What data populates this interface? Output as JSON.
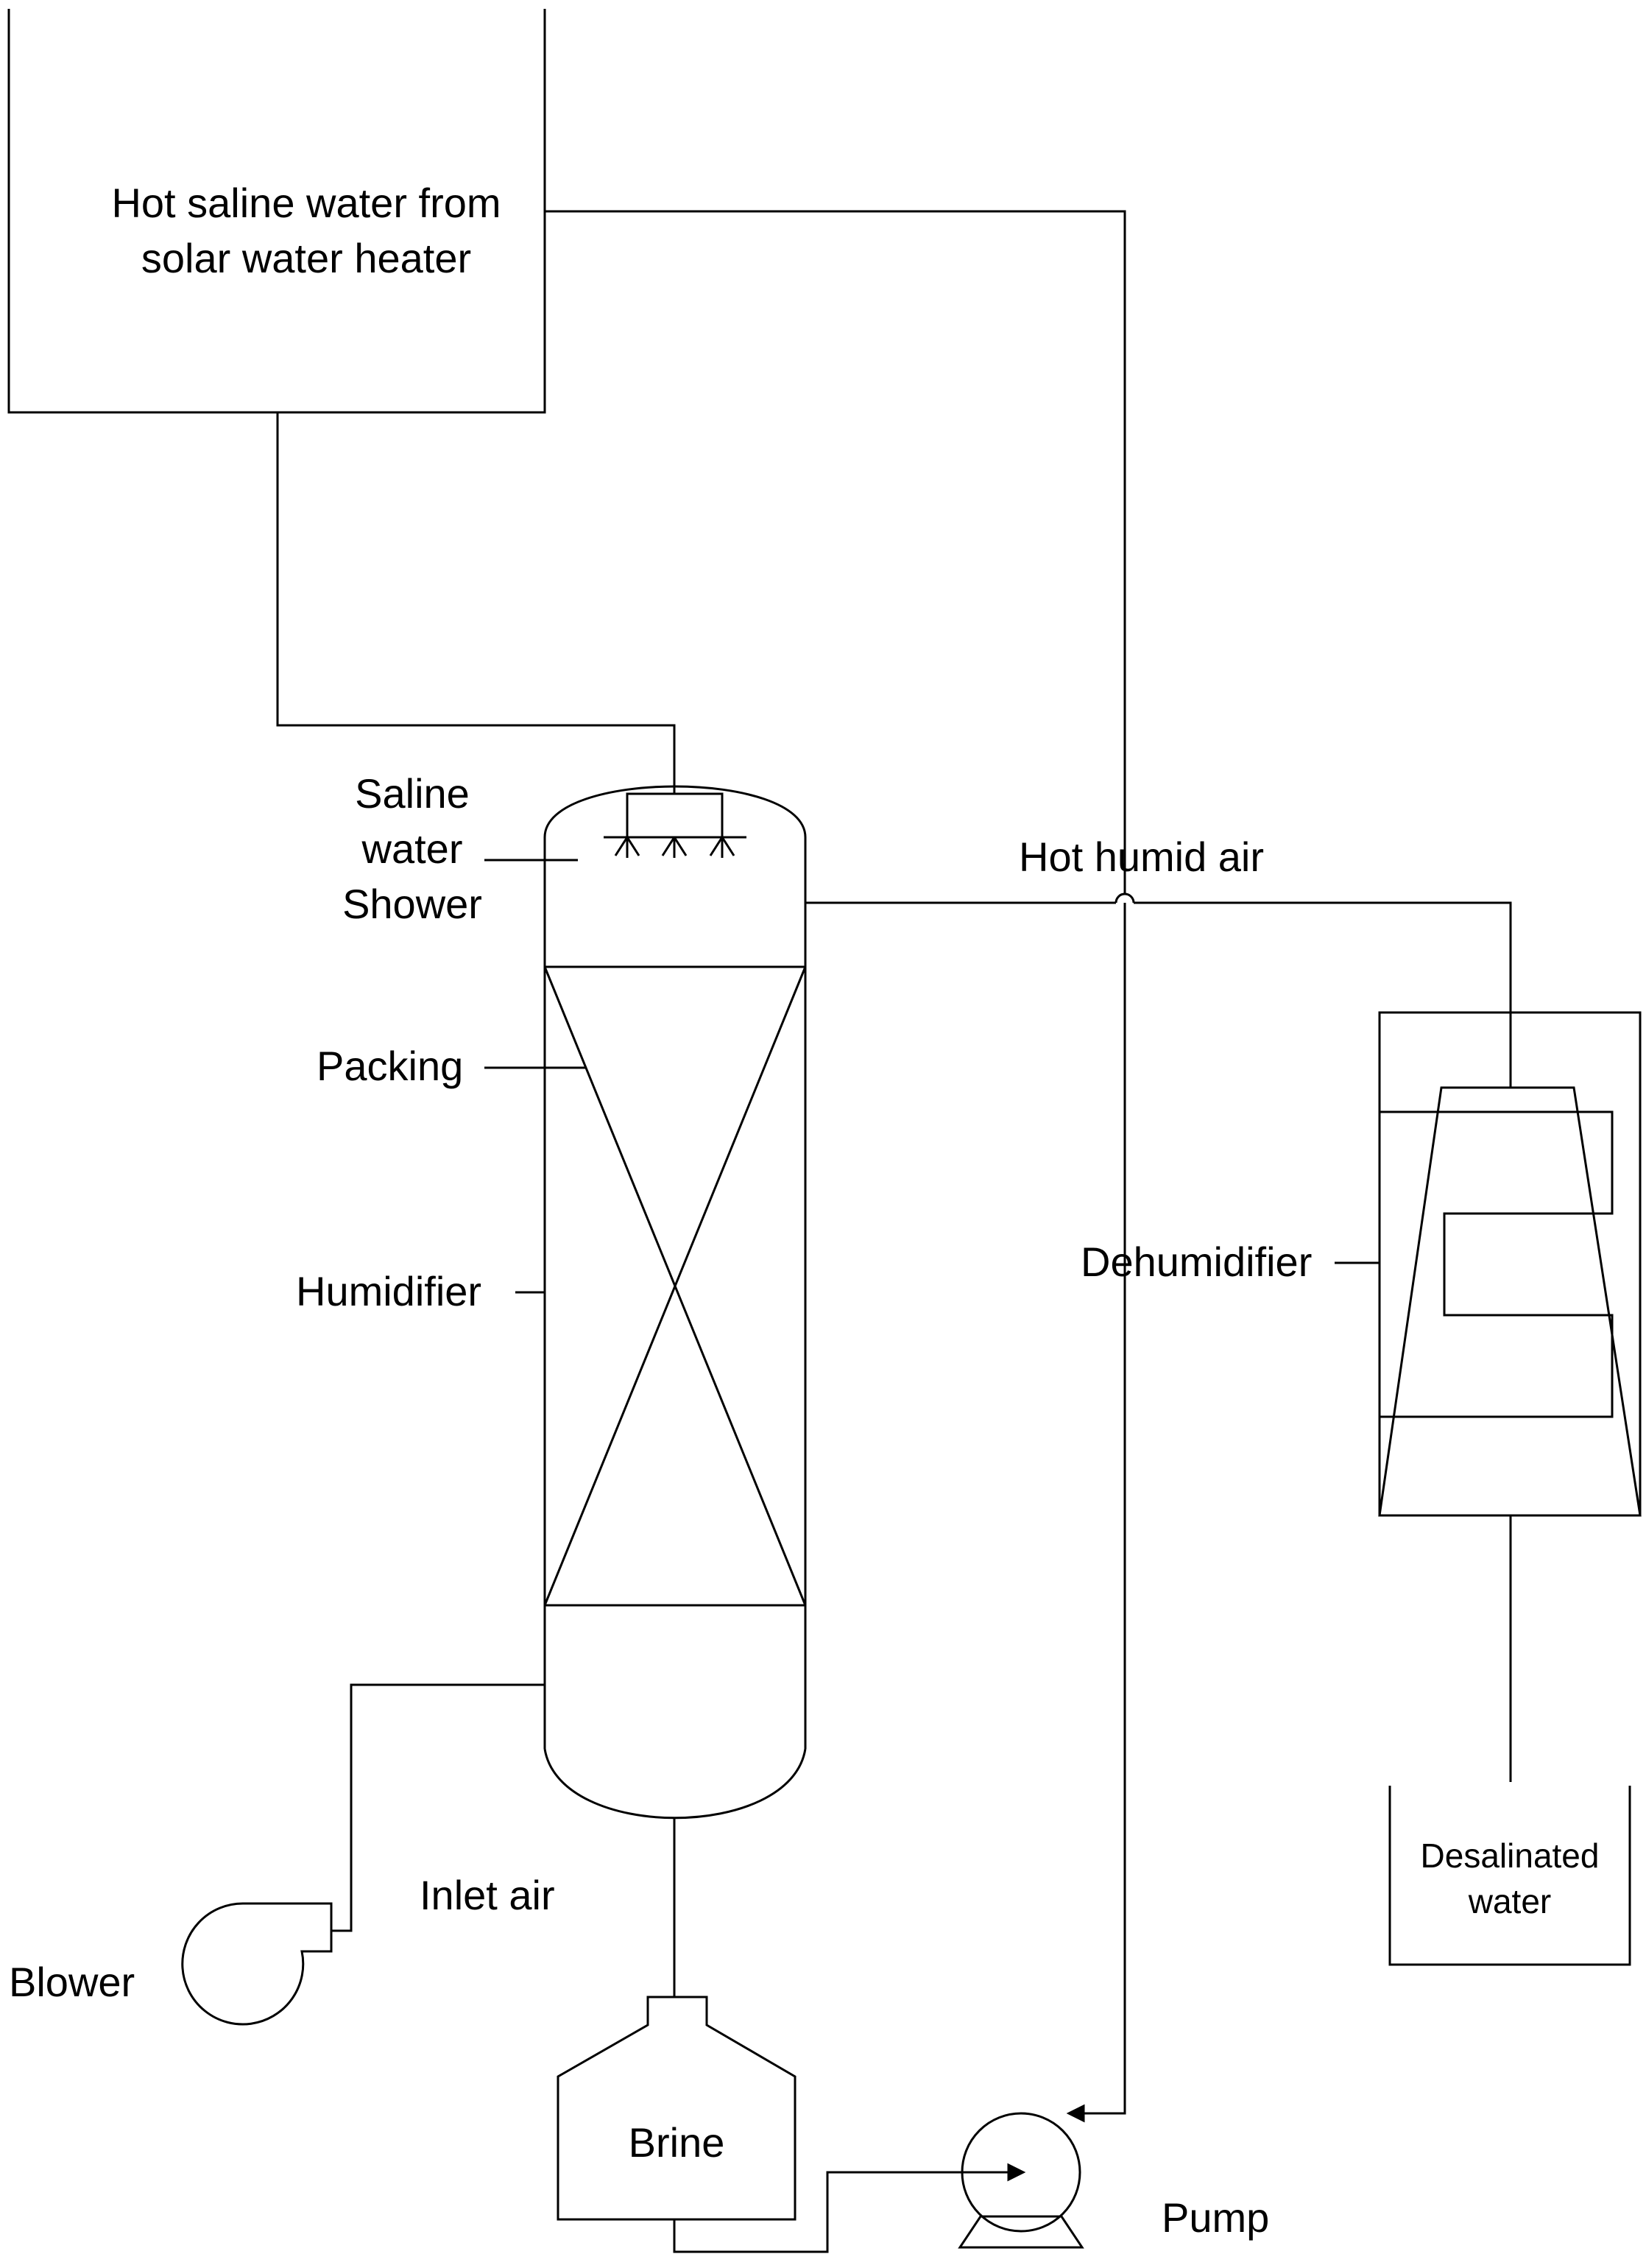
{
  "labels": {
    "heater_line1": "Hot saline water from",
    "heater_line2": "solar water heater",
    "shower_line1": "Saline",
    "shower_line2": "water",
    "shower_line3": "Shower",
    "packing": "Packing",
    "humidifier": "Humidifier",
    "hot_humid_air": "Hot humid air",
    "dehumidifier": "Dehumidifier",
    "desalinated_line1": "Desalinated",
    "desalinated_line2": "water",
    "inlet_air": "Inlet air",
    "blower": "Blower",
    "brine": "Brine",
    "pump": "Pump"
  }
}
